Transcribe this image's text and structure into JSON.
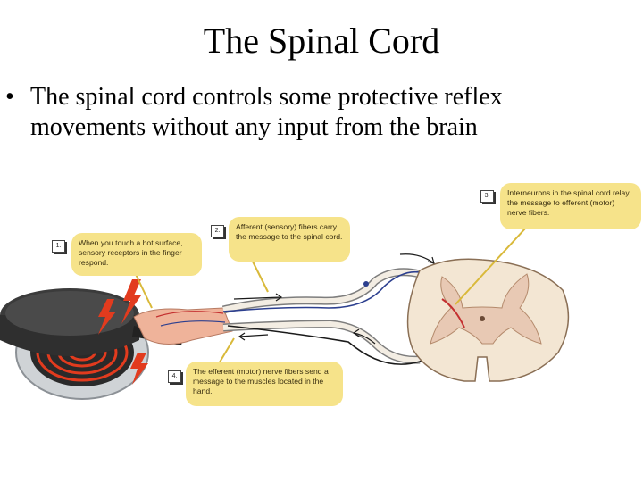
{
  "slide": {
    "title": "The Spinal Cord",
    "bullets": [
      "The spinal cord controls some protective reflex movements without any input from the brain"
    ]
  },
  "figure": {
    "steps": [
      {
        "number": "1.",
        "text": "When you touch a hot surface, sensory receptors in the finger respond."
      },
      {
        "number": "2.",
        "text": "Afferent (sensory) fibers carry the message to the spinal cord."
      },
      {
        "number": "3.",
        "text": "Interneurons in the spinal cord relay the message to efferent (motor) nerve fibers."
      },
      {
        "number": "4.",
        "text": "The efferent (motor) nerve fibers send a message to the muscles located in the hand."
      }
    ],
    "colors": {
      "callout": "#f6e38a",
      "burner": "#e23b1e",
      "nerve_sensory": "#2c3f8f",
      "nerve_motor": "#1a1a1a",
      "gray_matter": "#e8c9b4",
      "white_matter": "#f3e6d3"
    }
  }
}
